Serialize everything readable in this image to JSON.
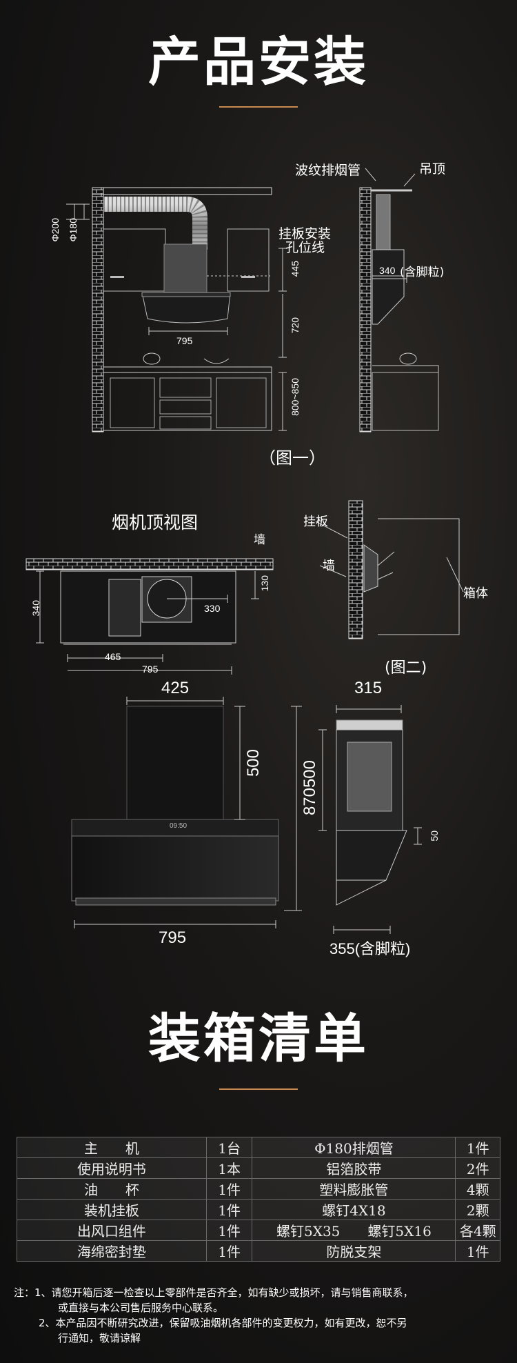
{
  "install": {
    "title": "产品安装",
    "fig1": {
      "label_duct": "波纹排烟管",
      "label_ceiling": "吊顶",
      "label_board_line_1": "挂板安装",
      "label_board_line_2": "孔位线",
      "dim_phi200": "Φ200",
      "dim_phi180": "Φ180",
      "dim_445": "445",
      "dim_720": "720",
      "dim_800_850": "800~850",
      "dim_795": "795",
      "dim_340": "340",
      "dim_340_note": "(含脚粒)",
      "caption": "（图一）"
    },
    "topview": {
      "title": "烟机顶视图",
      "label_wall": "墙",
      "dim_340": "340",
      "dim_130": "130",
      "dim_330": "330",
      "dim_465": "465",
      "dim_795": "795"
    },
    "fig2": {
      "label_board": "挂板",
      "label_wall": "墙",
      "label_body": "箱体",
      "caption": "(图二)"
    },
    "dims": {
      "w425": "425",
      "h500_front": "500",
      "h870": "870",
      "w795": "795",
      "w315": "315",
      "h500_side": "500",
      "h50": "50",
      "w355": "355(含脚粒)",
      "panel_display": "09:50"
    }
  },
  "packing": {
    "title": "装箱清单",
    "rows": [
      {
        "item1": "主　　机",
        "qty1": "1台",
        "item2": "Φ180排烟管",
        "qty2": "1件"
      },
      {
        "item1": "使用说明书",
        "qty1": "1本",
        "item2": "铝箔胶带",
        "qty2": "2件"
      },
      {
        "item1": "油　　杯",
        "qty1": "1件",
        "item2": "塑料膨胀管",
        "qty2": "4颗"
      },
      {
        "item1": "装机挂板",
        "qty1": "1件",
        "item2": "螺钉4X18",
        "qty2": "2颗"
      },
      {
        "item1": "出风口组件",
        "qty1": "1件",
        "item2": "螺钉5X35　　螺钉5X16",
        "qty2": "各4颗"
      },
      {
        "item1": "海绵密封垫",
        "qty1": "1件",
        "item2": "防脱支架",
        "qty2": "1件"
      }
    ]
  },
  "notes": {
    "line1": "注：1、请您开箱后逐一检查以上零部件是否齐全，如有缺少或损坏，请与销售商联系，",
    "line2": "或直接与本公司售后服务中心联系。",
    "line3": "2、本产品因不断研究改进，保留吸油烟机各部件的变更权力，如有更改，恕不另",
    "line4": "行通知，敬请谅解"
  },
  "colors": {
    "accent": "#c98a52",
    "line": "#ffffff",
    "table_border": "#6a6a6a"
  }
}
